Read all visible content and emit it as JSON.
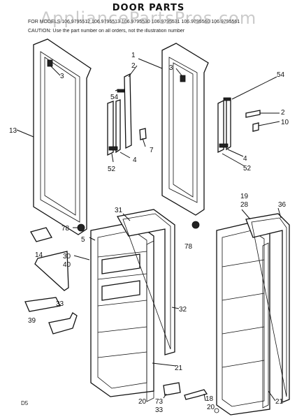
{
  "header": {
    "title": "DOOR PARTS",
    "models_line": "FOR MODELS 106.9795512 106.9795513 106.9795530 106.9795531 106.9795560 106.9795561",
    "caution_line": "CAUTION: Use the part number on all orders, not the illustration number"
  },
  "watermark": "AppliancePartsPros.com",
  "footer": {
    "code": "D5"
  },
  "callouts": {
    "c1": "1",
    "c2a": "2",
    "c3a": "3",
    "c54a": "54",
    "c13": "13",
    "c7": "7",
    "c4a": "4",
    "c52a": "52",
    "c3b": "3",
    "c54b": "54",
    "c2b": "2",
    "c10": "10",
    "c4b": "4",
    "c52b": "52",
    "c31": "31",
    "c78a": "78",
    "c5": "5",
    "c14": "14",
    "c30": "30",
    "c40": "40",
    "c33a": "33",
    "c39": "39",
    "c32": "32",
    "c21a": "21",
    "c78b": "78",
    "c19": "19",
    "c28": "28",
    "c36": "36",
    "c21b": "21",
    "c20a": "20",
    "c73": "73",
    "c33b": "33",
    "c18": "18",
    "c20b": "20"
  }
}
